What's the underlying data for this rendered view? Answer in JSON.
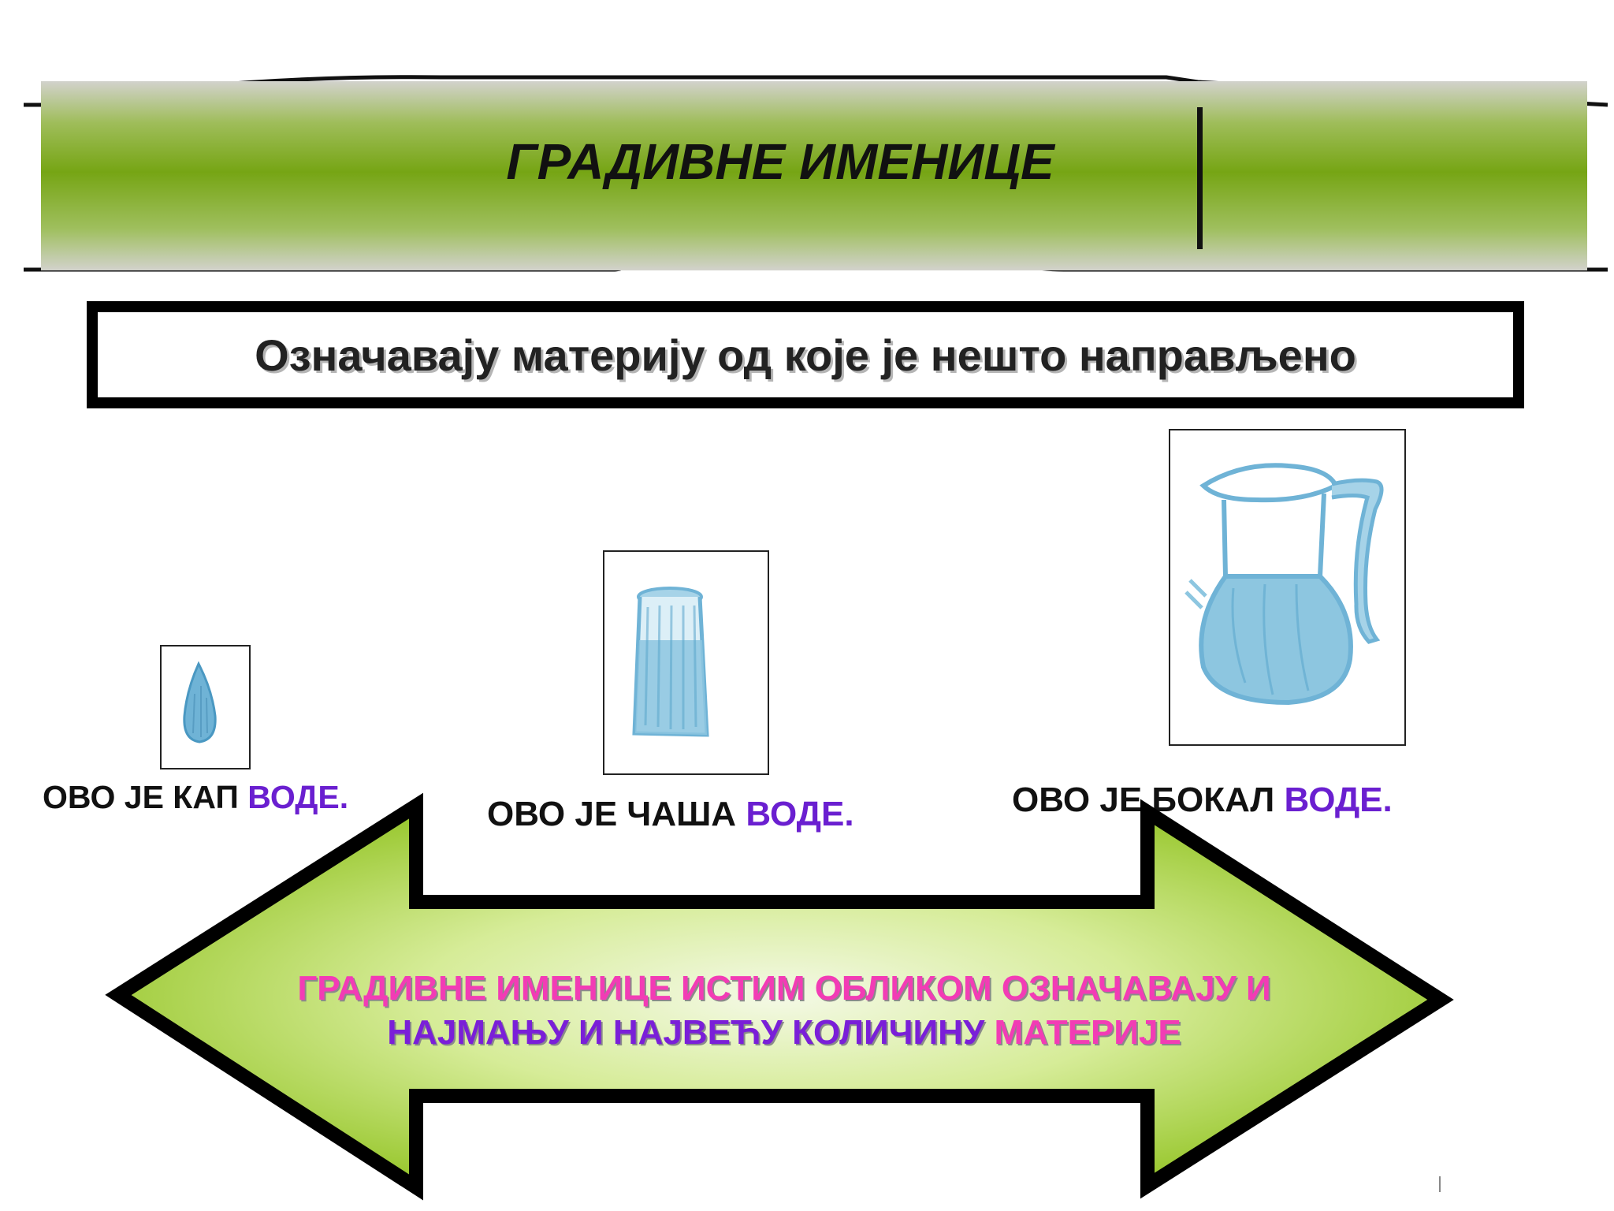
{
  "title": "ГРАДИВНЕ ИМЕНИЦЕ",
  "subtitle": "Означавају материју од које је нешто направљено",
  "images": {
    "drop": "water-drop drawing",
    "glass": "glass-of-water drawing",
    "jug": "jug-of-water drawing"
  },
  "captions": {
    "drop": {
      "prefix": "ОВО ЈЕ КАП ",
      "highlight": "ВОДЕ."
    },
    "glass": {
      "prefix": "ОВО ЈЕ ЧАША ",
      "highlight": "ВОДЕ."
    },
    "jug": {
      "prefix": "ОВО ЈЕ БОКАЛ ",
      "highlight": "ВОДЕ."
    }
  },
  "arrow_text": {
    "line1": "ГРАДИВНЕ ИМЕНИЦЕ ИСТИМ ОБЛИКОМ ОЗНАЧАВАЈУ И",
    "line2_a": "НАЈМАЊУ И НАЈВЕЋУ КОЛИЧИНУ ",
    "line2_b": "МАТЕРИЈЕ"
  },
  "colors": {
    "banner_green": "#76a514",
    "arrow_green": "#a8d33a",
    "highlight_purple": "#6a1fd0",
    "highlight_pink": "#f23cb5",
    "water_blue": "#6fb3d6"
  }
}
